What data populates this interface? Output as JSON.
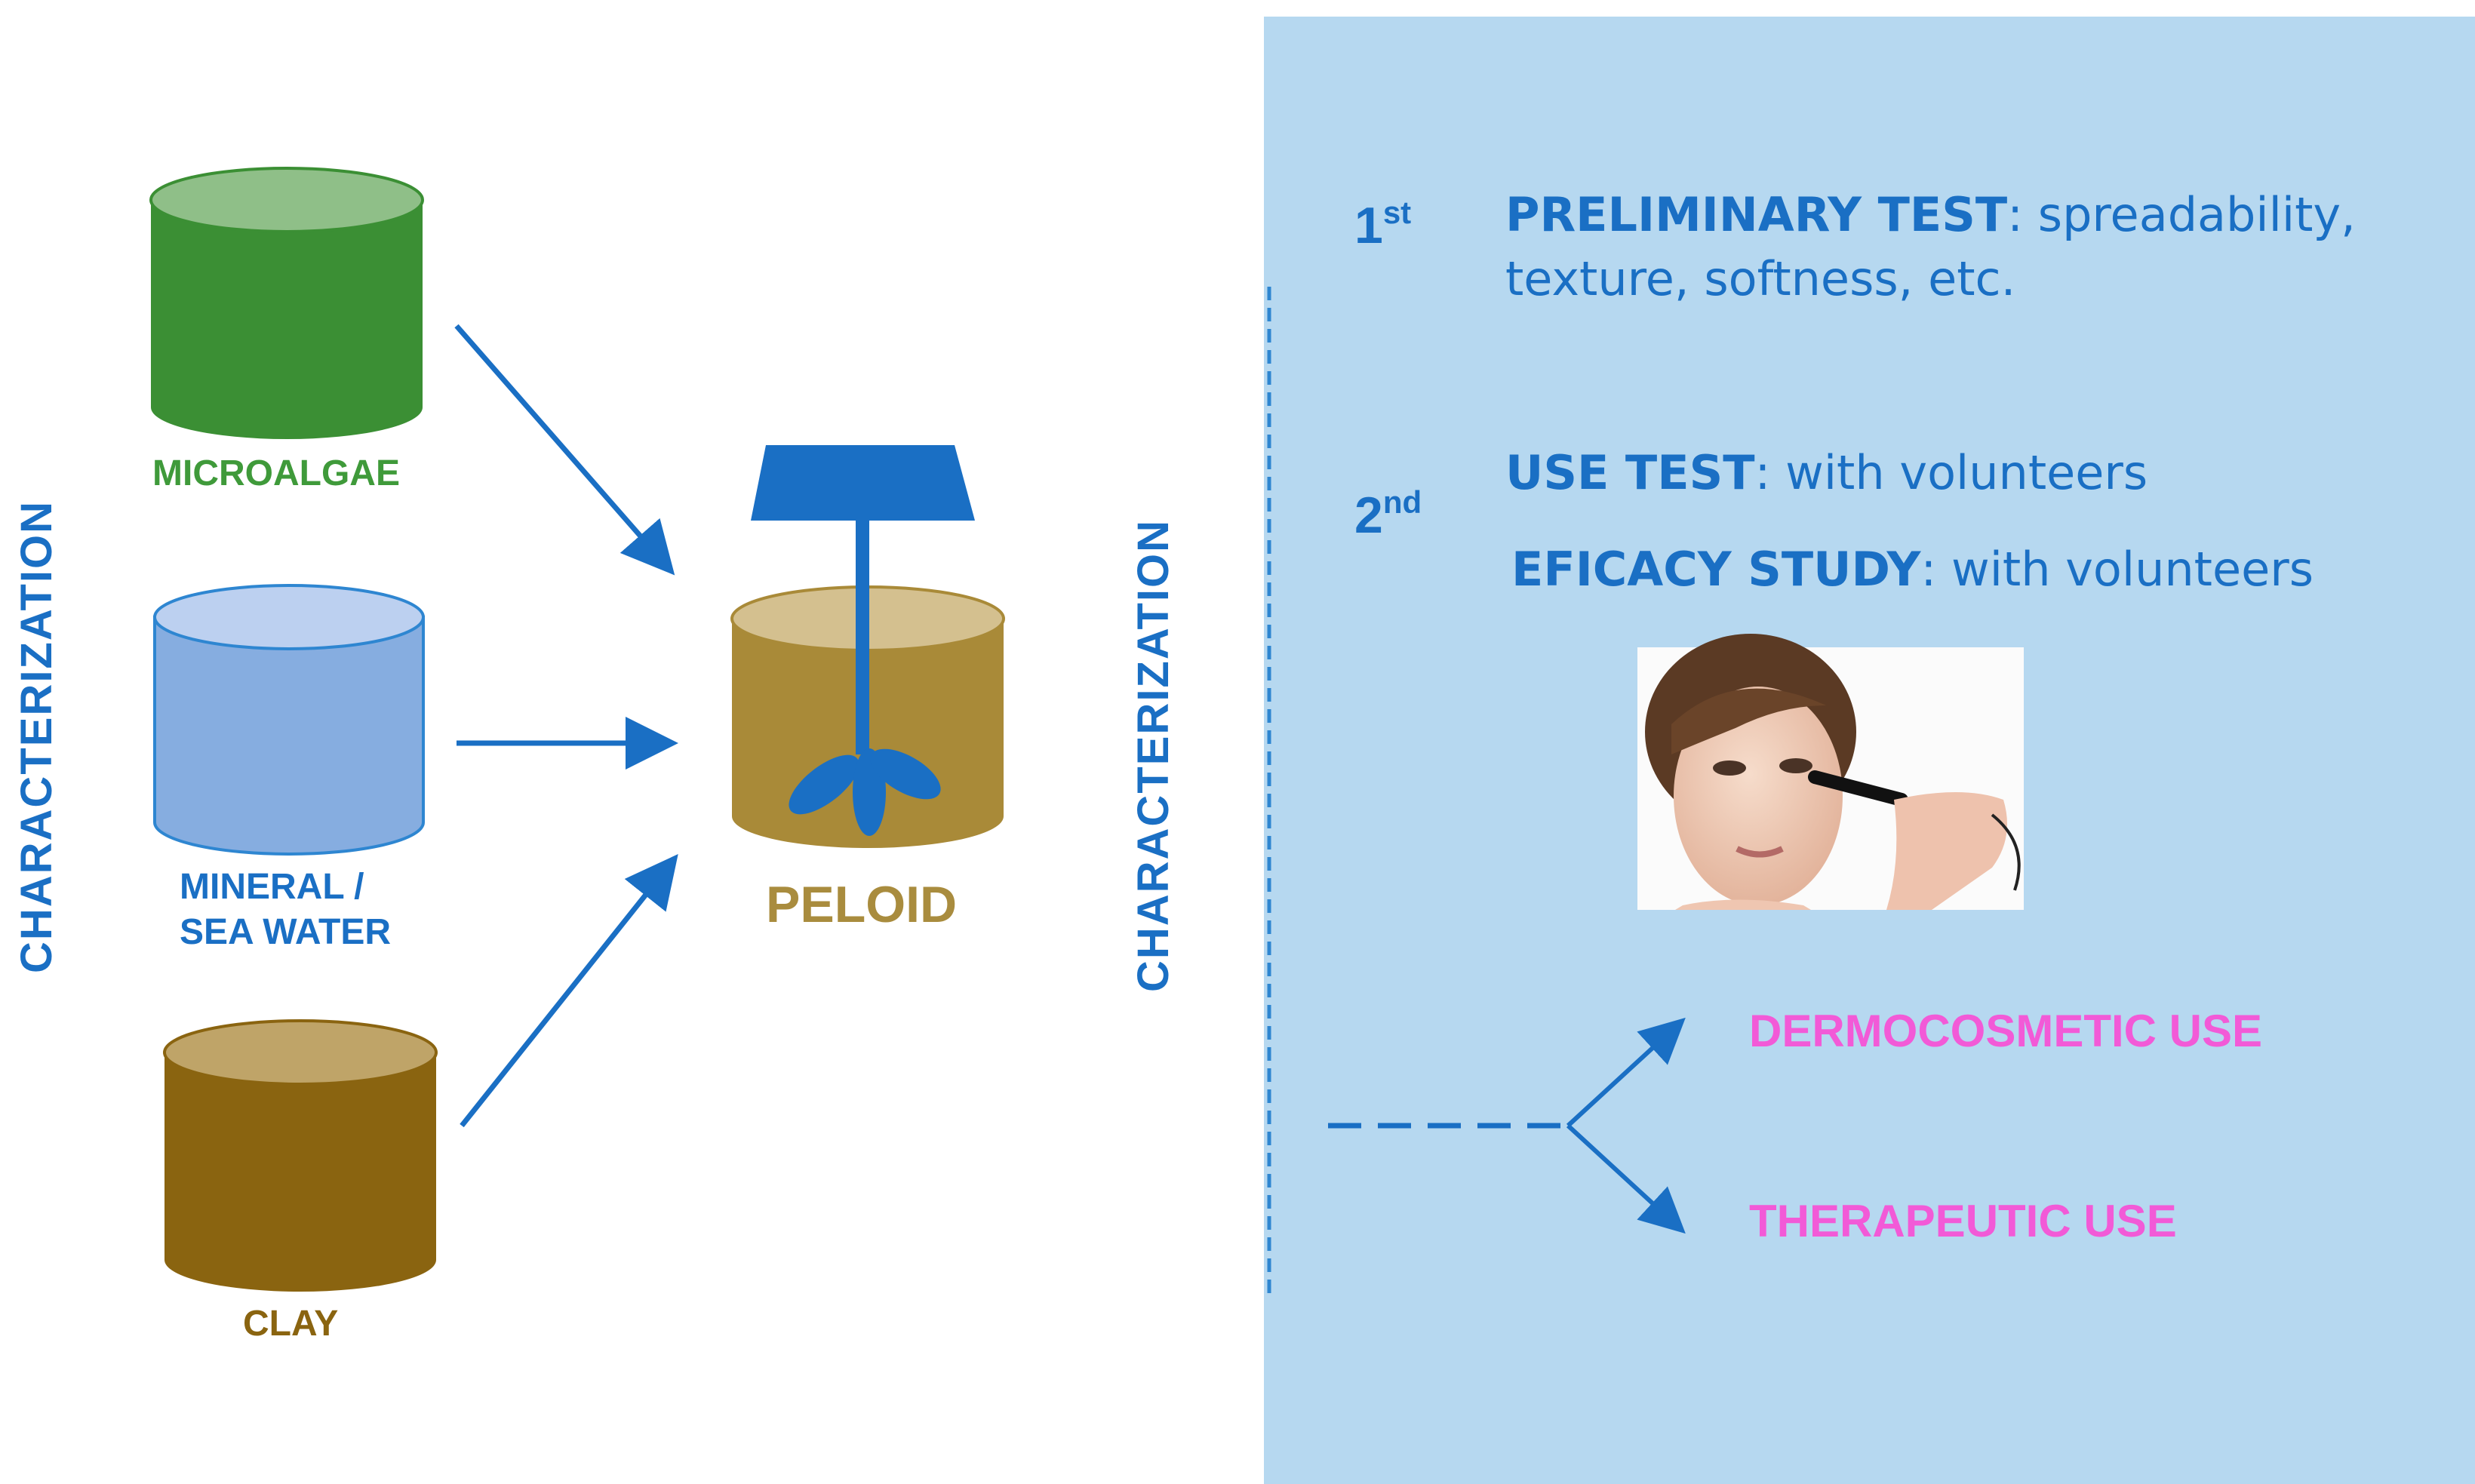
{
  "left_panel": {
    "side_label": "CHARACTERIZATION",
    "ingredients": [
      {
        "label": "MICROALGAE",
        "color": "#3f9a3a"
      },
      {
        "label_line1": "MINERAL /",
        "label_line2": "SEA WATER",
        "color": "#8bb2e4"
      },
      {
        "label": "CLAY",
        "color": "#8a6410"
      }
    ],
    "product": {
      "label": "PELOID",
      "color": "#a98c3e"
    },
    "middle_label": "CHARACTERIZATION"
  },
  "right_panel": {
    "background": "#b6d8f0",
    "first": {
      "ordinal": "1",
      "suffix": "st",
      "title": "PRELIMINARY TEST",
      "text_line1": ": spreadability,",
      "text_line2": "texture, softness, etc."
    },
    "second": {
      "ordinal": "2",
      "suffix": "nd",
      "use_title": "USE TEST",
      "use_text": ": with volunteers",
      "efficacy_title": "EFICACY STUDY",
      "efficacy_text": ": with volunteers"
    },
    "photo": "woman-skin-probe-measurement",
    "outcomes": [
      "DERMOCOSMETIC USE",
      "THERAPEUTIC USE"
    ],
    "outcome_color": "#f25ad7"
  },
  "accent_color": "#1a6fc4"
}
